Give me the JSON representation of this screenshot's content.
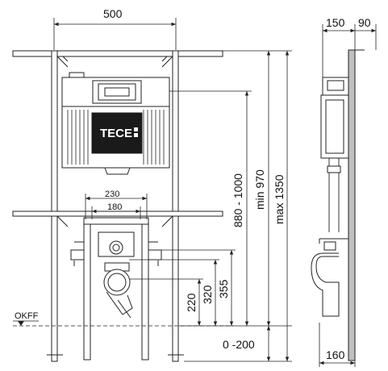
{
  "dimensions": {
    "frame_width": "500",
    "inner_width_1": "230",
    "inner_width_2": "180",
    "depth_frame": "150",
    "depth_extra": "90",
    "depth_bottom": "160",
    "height_range": "880 - 1000",
    "min_height": "min 970",
    "max_height": "max 1350",
    "height_355": "355",
    "height_320": "320",
    "height_220": "220",
    "floor_adjust": "0 -200"
  },
  "labels": {
    "floor_level": "OKFF",
    "brand": "TECE"
  },
  "colors": {
    "line": "#222222",
    "cistern_dark": "#1a1a1a",
    "panel_grey": "#bfbfbf"
  }
}
